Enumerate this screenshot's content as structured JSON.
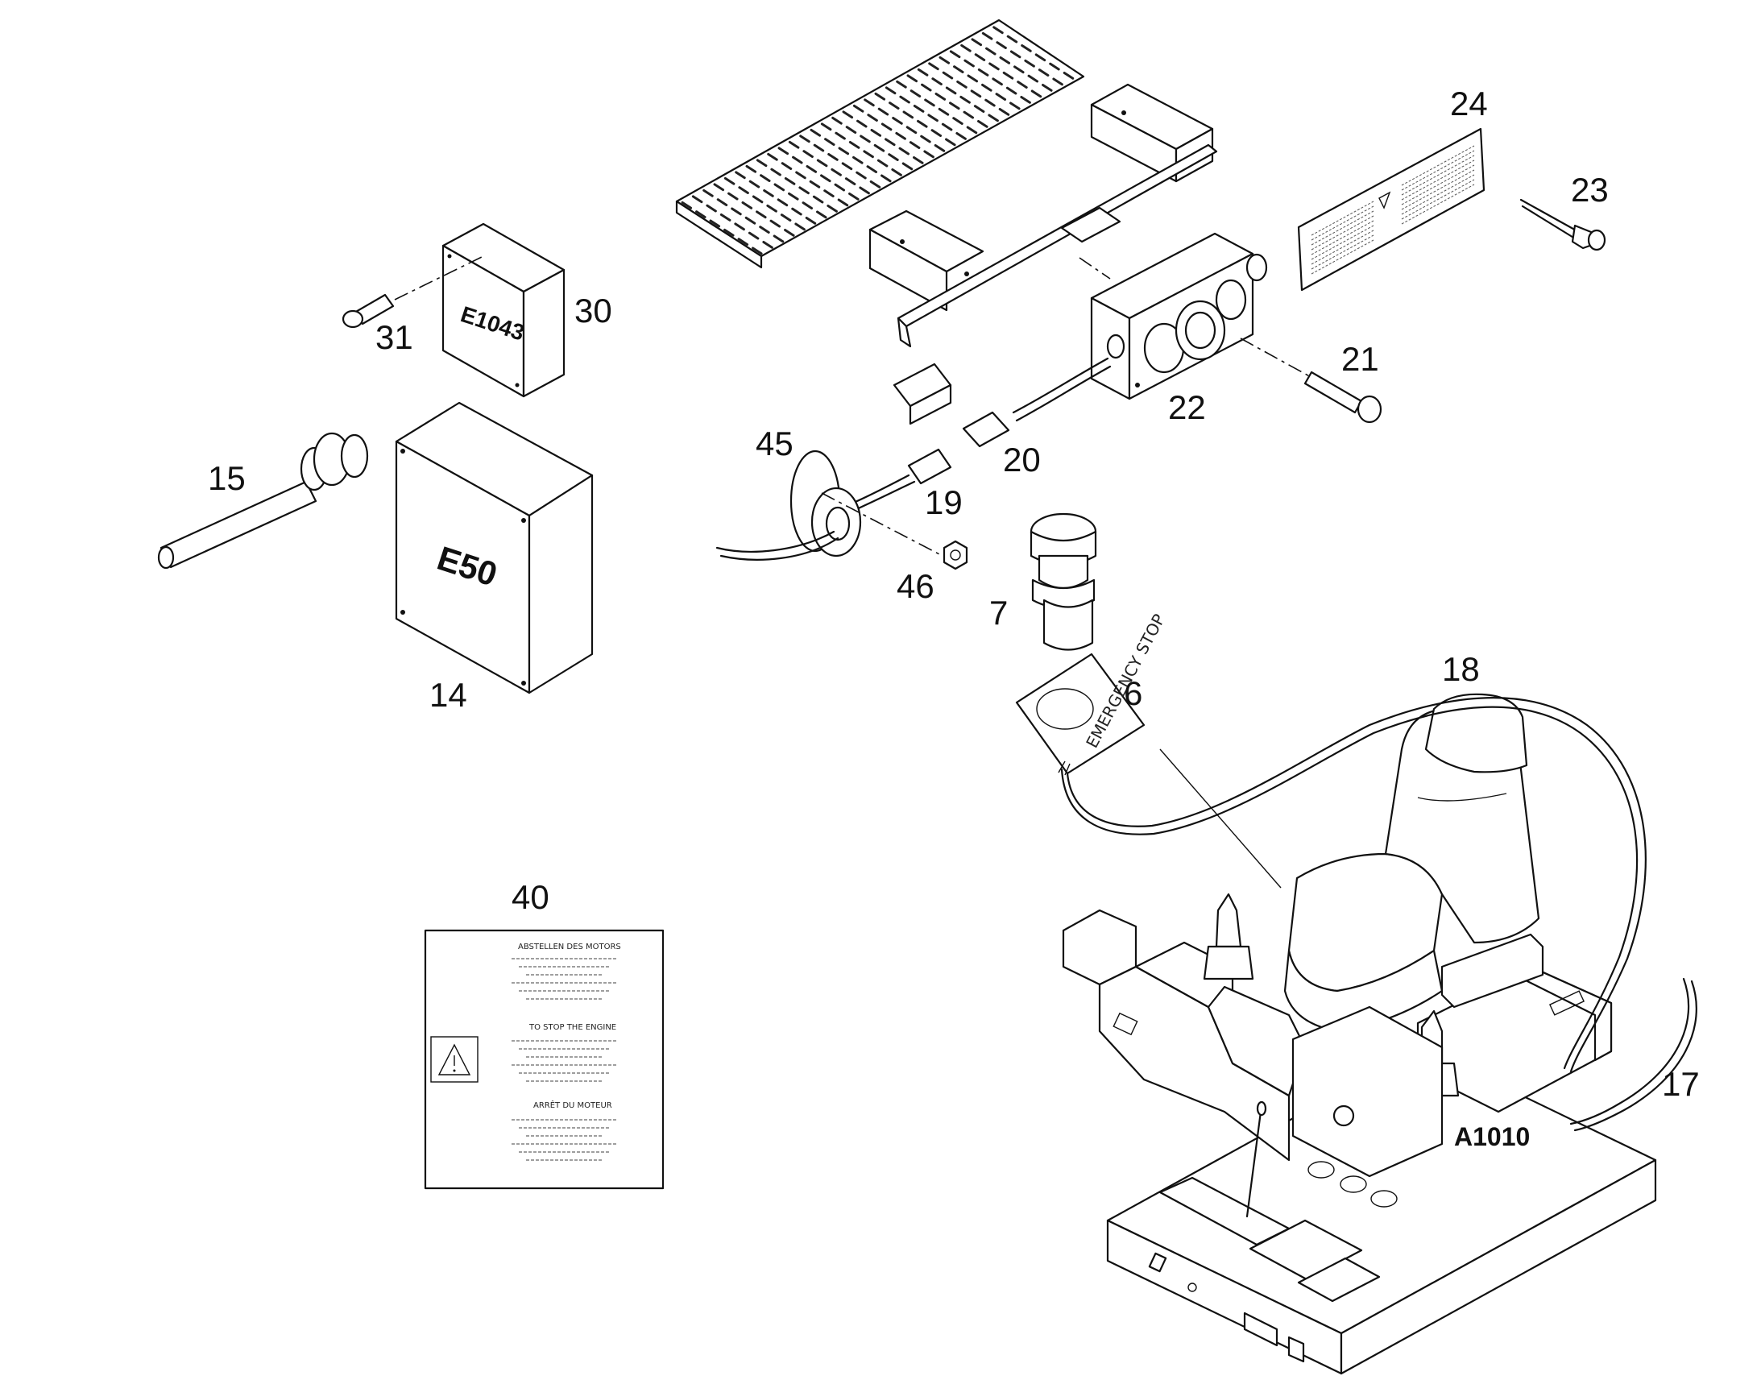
{
  "callouts": [
    {
      "id": "24",
      "text": "24"
    },
    {
      "id": "23",
      "text": "23"
    },
    {
      "id": "30",
      "text": "30"
    },
    {
      "id": "31",
      "text": "31"
    },
    {
      "id": "21",
      "text": "21"
    },
    {
      "id": "22",
      "text": "22"
    },
    {
      "id": "15",
      "text": "15"
    },
    {
      "id": "45",
      "text": "45"
    },
    {
      "id": "20",
      "text": "20"
    },
    {
      "id": "19",
      "text": "19"
    },
    {
      "id": "46",
      "text": "46"
    },
    {
      "id": "7",
      "text": "7"
    },
    {
      "id": "6",
      "text": "6"
    },
    {
      "id": "14",
      "text": "14"
    },
    {
      "id": "18",
      "text": "18"
    },
    {
      "id": "40",
      "text": "40"
    },
    {
      "id": "17",
      "text": "17"
    }
  ],
  "component_codes": {
    "box_small": "E1043",
    "box_large": "E50",
    "operator_station": "A1010"
  },
  "decal": {
    "text": "EMERGENCY STOP"
  },
  "instruction_plate": {
    "heading_de": "ABSTELLEN DES MOTORS",
    "heading_en": "TO STOP THE ENGINE",
    "heading_fr": "ARRÊT DU MOTEUR"
  },
  "icons": {
    "warning": "warning-triangle-icon"
  }
}
